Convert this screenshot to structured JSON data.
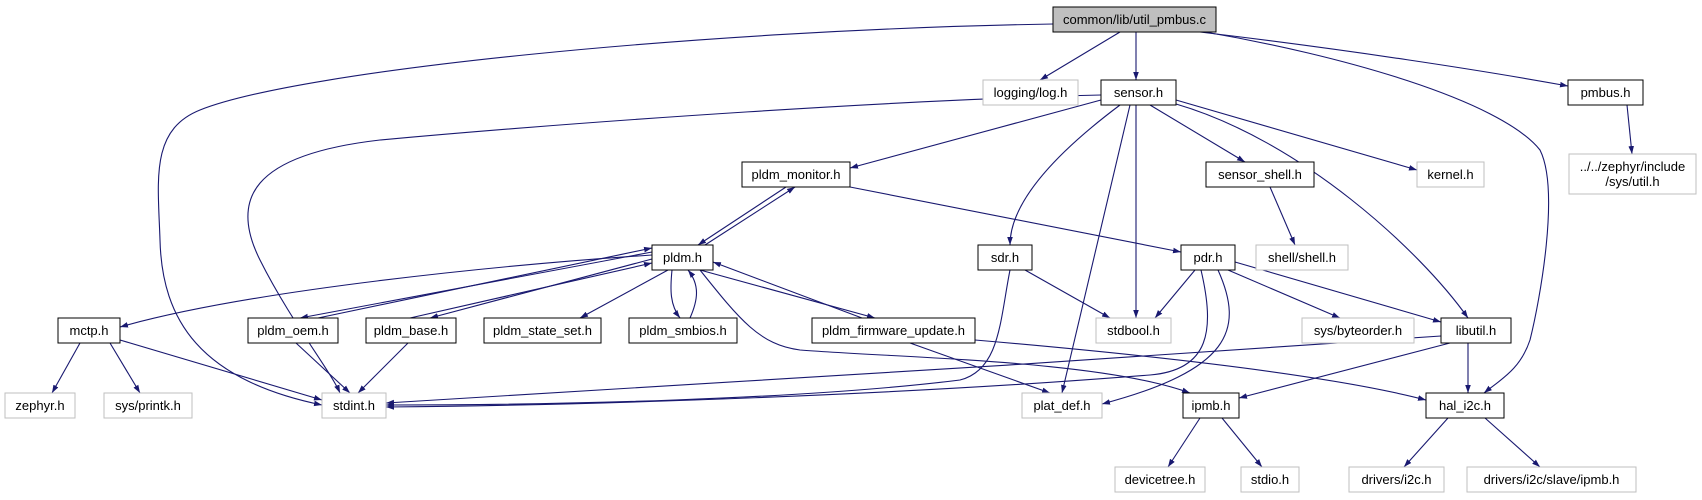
{
  "diagram": {
    "colors": {
      "edge": "#191970",
      "root_fill": "#bfbfbf",
      "node_border": "#000000",
      "external_border": "#bfbfbf",
      "background": "#ffffff"
    },
    "nodes": [
      {
        "id": "root",
        "lines": [
          "common/lib/util_pmbus.c"
        ],
        "kind": "root"
      },
      {
        "id": "logging",
        "lines": [
          "logging/log.h"
        ],
        "kind": "external"
      },
      {
        "id": "sensor",
        "lines": [
          "sensor.h"
        ],
        "kind": "header"
      },
      {
        "id": "pmbus",
        "lines": [
          "pmbus.h"
        ],
        "kind": "header"
      },
      {
        "id": "zephyr_util",
        "lines": [
          "../../zephyr/include",
          "/sys/util.h"
        ],
        "kind": "external"
      },
      {
        "id": "pldm_monitor",
        "lines": [
          "pldm_monitor.h"
        ],
        "kind": "header"
      },
      {
        "id": "sensor_shell",
        "lines": [
          "sensor_shell.h"
        ],
        "kind": "header"
      },
      {
        "id": "kernel",
        "lines": [
          "kernel.h"
        ],
        "kind": "external"
      },
      {
        "id": "shell",
        "lines": [
          "shell/shell.h"
        ],
        "kind": "external"
      },
      {
        "id": "pldm",
        "lines": [
          "pldm.h"
        ],
        "kind": "header"
      },
      {
        "id": "sdr",
        "lines": [
          "sdr.h"
        ],
        "kind": "header"
      },
      {
        "id": "pdr",
        "lines": [
          "pdr.h"
        ],
        "kind": "header"
      },
      {
        "id": "mctp",
        "lines": [
          "mctp.h"
        ],
        "kind": "header"
      },
      {
        "id": "pldm_oem",
        "lines": [
          "pldm_oem.h"
        ],
        "kind": "header"
      },
      {
        "id": "pldm_base",
        "lines": [
          "pldm_base.h"
        ],
        "kind": "header"
      },
      {
        "id": "pldm_state_set",
        "lines": [
          "pldm_state_set.h"
        ],
        "kind": "header"
      },
      {
        "id": "pldm_smbios",
        "lines": [
          "pldm_smbios.h"
        ],
        "kind": "header"
      },
      {
        "id": "pldm_fw",
        "lines": [
          "pldm_firmware_update.h"
        ],
        "kind": "header"
      },
      {
        "id": "stdbool",
        "lines": [
          "stdbool.h"
        ],
        "kind": "external"
      },
      {
        "id": "byteorder",
        "lines": [
          "sys/byteorder.h"
        ],
        "kind": "external"
      },
      {
        "id": "libutil",
        "lines": [
          "libutil.h"
        ],
        "kind": "header"
      },
      {
        "id": "zephyr_h",
        "lines": [
          "zephyr.h"
        ],
        "kind": "external"
      },
      {
        "id": "printk",
        "lines": [
          "sys/printk.h"
        ],
        "kind": "external"
      },
      {
        "id": "stdint",
        "lines": [
          "stdint.h"
        ],
        "kind": "external"
      },
      {
        "id": "plat_def",
        "lines": [
          "plat_def.h"
        ],
        "kind": "external"
      },
      {
        "id": "ipmb",
        "lines": [
          "ipmb.h"
        ],
        "kind": "header"
      },
      {
        "id": "hal_i2c",
        "lines": [
          "hal_i2c.h"
        ],
        "kind": "header"
      },
      {
        "id": "devicetree",
        "lines": [
          "devicetree.h"
        ],
        "kind": "external"
      },
      {
        "id": "stdio",
        "lines": [
          "stdio.h"
        ],
        "kind": "external"
      },
      {
        "id": "drivers_i2c",
        "lines": [
          "drivers/i2c.h"
        ],
        "kind": "external"
      },
      {
        "id": "drivers_ipmb",
        "lines": [
          "drivers/i2c/slave/ipmb.h"
        ],
        "kind": "external"
      }
    ],
    "edges": [
      {
        "from": "root",
        "to": "logging"
      },
      {
        "from": "root",
        "to": "sensor"
      },
      {
        "from": "root",
        "to": "pmbus"
      },
      {
        "from": "root",
        "to": "stdint"
      },
      {
        "from": "root",
        "to": "hal_i2c"
      },
      {
        "from": "pmbus",
        "to": "zephyr_util"
      },
      {
        "from": "sensor",
        "to": "pldm_monitor"
      },
      {
        "from": "sensor",
        "to": "sensor_shell"
      },
      {
        "from": "sensor",
        "to": "kernel"
      },
      {
        "from": "sensor",
        "to": "sdr"
      },
      {
        "from": "sensor",
        "to": "stdbool"
      },
      {
        "from": "sensor",
        "to": "plat_def"
      },
      {
        "from": "sensor",
        "to": "libutil"
      },
      {
        "from": "sensor",
        "to": "stdint"
      },
      {
        "from": "sensor_shell",
        "to": "shell"
      },
      {
        "from": "pldm_monitor",
        "to": "pldm"
      },
      {
        "from": "pldm_monitor",
        "to": "pdr"
      },
      {
        "from": "pldm",
        "to": "pldm_monitor"
      },
      {
        "from": "pldm",
        "to": "mctp"
      },
      {
        "from": "pldm",
        "to": "pldm_oem"
      },
      {
        "from": "pldm",
        "to": "pldm_base"
      },
      {
        "from": "pldm",
        "to": "pldm_state_set"
      },
      {
        "from": "pldm",
        "to": "pldm_smbios"
      },
      {
        "from": "pldm",
        "to": "pldm_fw"
      },
      {
        "from": "pldm",
        "to": "ipmb"
      },
      {
        "from": "pldm_oem",
        "to": "pldm"
      },
      {
        "from": "pldm_base",
        "to": "pldm"
      },
      {
        "from": "pldm_smbios",
        "to": "pldm"
      },
      {
        "from": "pldm_fw",
        "to": "pldm"
      },
      {
        "from": "pldm_oem",
        "to": "stdint"
      },
      {
        "from": "pldm_base",
        "to": "stdint"
      },
      {
        "from": "pldm_fw",
        "to": "plat_def"
      },
      {
        "from": "pldm_fw",
        "to": "hal_i2c"
      },
      {
        "from": "mctp",
        "to": "zephyr_h"
      },
      {
        "from": "mctp",
        "to": "printk"
      },
      {
        "from": "mctp",
        "to": "stdint"
      },
      {
        "from": "sdr",
        "to": "stdbool"
      },
      {
        "from": "sdr",
        "to": "stdint"
      },
      {
        "from": "pdr",
        "to": "stdbool"
      },
      {
        "from": "pdr",
        "to": "byteorder"
      },
      {
        "from": "pdr",
        "to": "libutil"
      },
      {
        "from": "pdr",
        "to": "plat_def"
      },
      {
        "from": "pdr",
        "to": "stdint"
      },
      {
        "from": "libutil",
        "to": "hal_i2c"
      },
      {
        "from": "libutil",
        "to": "ipmb"
      },
      {
        "from": "libutil",
        "to": "stdint"
      },
      {
        "from": "ipmb",
        "to": "devicetree"
      },
      {
        "from": "ipmb",
        "to": "stdio"
      },
      {
        "from": "hal_i2c",
        "to": "drivers_i2c"
      },
      {
        "from": "hal_i2c",
        "to": "drivers_ipmb"
      }
    ]
  }
}
